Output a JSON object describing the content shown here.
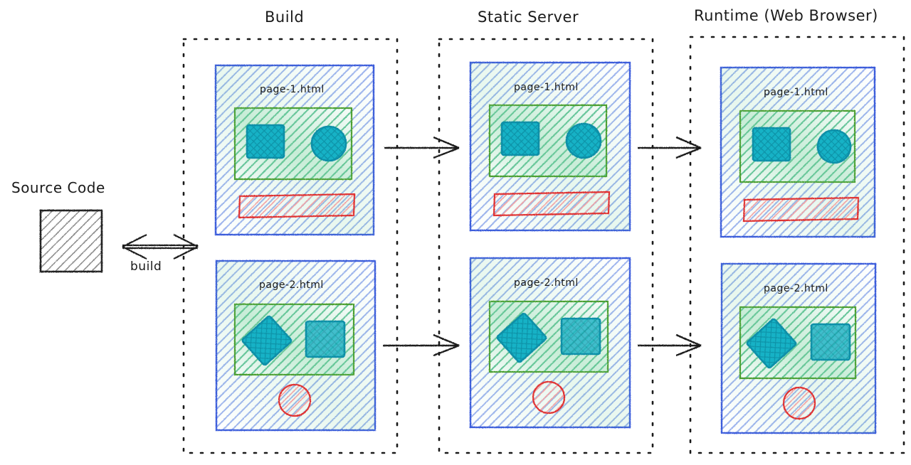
{
  "diagram": {
    "type": "flow-diagram",
    "title_style": "hand-drawn sketch",
    "source": {
      "label": "Source Code",
      "node_name": "source-code-box",
      "fill": "diagonal-hatch-gray",
      "stroke": "#222222"
    },
    "build_edge": {
      "label": "build",
      "direction": "bidirectional"
    },
    "stages": [
      {
        "id": "build",
        "label": "Build",
        "pages": [
          {
            "name": "page-1.html",
            "shapes": [
              "green-container",
              "teal-square",
              "teal-circle",
              "red-bar"
            ]
          },
          {
            "name": "page-2.html",
            "shapes": [
              "green-container",
              "teal-diamond",
              "teal-square",
              "red-circle"
            ]
          }
        ]
      },
      {
        "id": "static-server",
        "label": "Static Server",
        "pages": [
          {
            "name": "page-1.html",
            "shapes": [
              "green-container",
              "teal-square",
              "teal-circle",
              "red-bar"
            ]
          },
          {
            "name": "page-2.html",
            "shapes": [
              "green-container",
              "teal-diamond",
              "teal-square",
              "red-circle"
            ]
          }
        ]
      },
      {
        "id": "runtime",
        "label": "Runtime (Web Browser)",
        "pages": [
          {
            "name": "page-1.html",
            "shapes": [
              "green-container",
              "teal-square",
              "teal-circle",
              "red-bar"
            ]
          },
          {
            "name": "page-2.html",
            "shapes": [
              "green-container",
              "teal-diamond",
              "teal-square",
              "red-circle"
            ]
          }
        ]
      }
    ],
    "arrows": [
      {
        "from": "build.page-1.html",
        "to": "static-server.page-1.html"
      },
      {
        "from": "static-server.page-1.html",
        "to": "runtime.page-1.html"
      },
      {
        "from": "build.page-2.html",
        "to": "static-server.page-2.html"
      },
      {
        "from": "static-server.page-2.html",
        "to": "runtime.page-2.html"
      }
    ],
    "colors": {
      "page_panel_stroke": "#3b5bdb",
      "page_panel_fill": "#c3d0f5",
      "green_stroke": "#4a9e2f",
      "green_fill": "#6fcf97",
      "teal_stroke": "#0e8fa8",
      "teal_fill": "#19b5c9",
      "red_stroke": "#e03131",
      "red_fill": "#f08c8c",
      "dotted_group_stroke": "#1a1a1a",
      "source_stroke": "#222222",
      "text": "#1a1a1a"
    }
  }
}
